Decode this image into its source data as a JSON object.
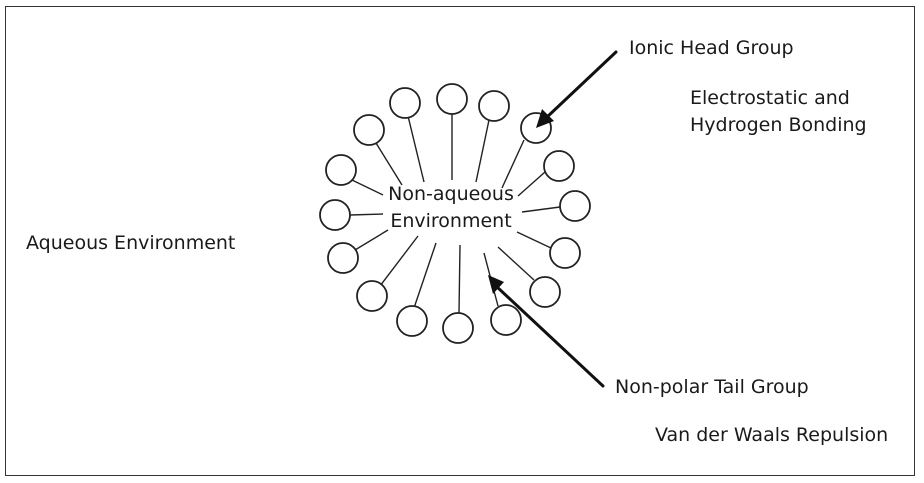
{
  "labels": {
    "aqueous": "Aqueous Environment",
    "nonaqueous_line1": "Non-aqueous",
    "nonaqueous_line2": "Environment",
    "head": "Ionic Head Group",
    "electrostatic_line1": "Electrostatic and",
    "electrostatic_line2": "Hydrogen Bonding",
    "tail": "Non-polar Tail Group",
    "vdw": "Van der Waals Repulsion"
  }
}
